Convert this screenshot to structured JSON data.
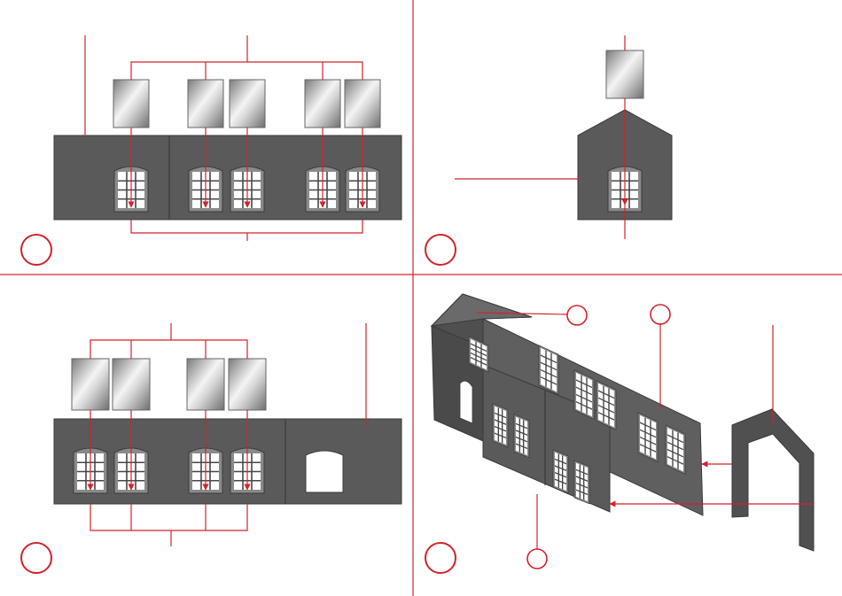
{
  "document": {
    "type": "assembly-instructions",
    "panel_count": 4,
    "step_markers": [
      "",
      "",
      "",
      "",
      "",
      "",
      ""
    ]
  },
  "colors": {
    "wall": "#5a5a5a",
    "wall_dark": "#474747",
    "wall_edge": "#3a3a3a",
    "window_frame": "#8a8a8a",
    "window_glass": "#ffffff",
    "leader_line": "#d2232a",
    "panel_divider": "#d2232a",
    "glass_insert_light": "#f2f2f2",
    "glass_insert_dark": "#8c8c8c"
  },
  "icons": {
    "window": "arched-window",
    "glass": "glass-insert-pane",
    "arrow": "insertion-arrow",
    "marker": "step-circle"
  }
}
